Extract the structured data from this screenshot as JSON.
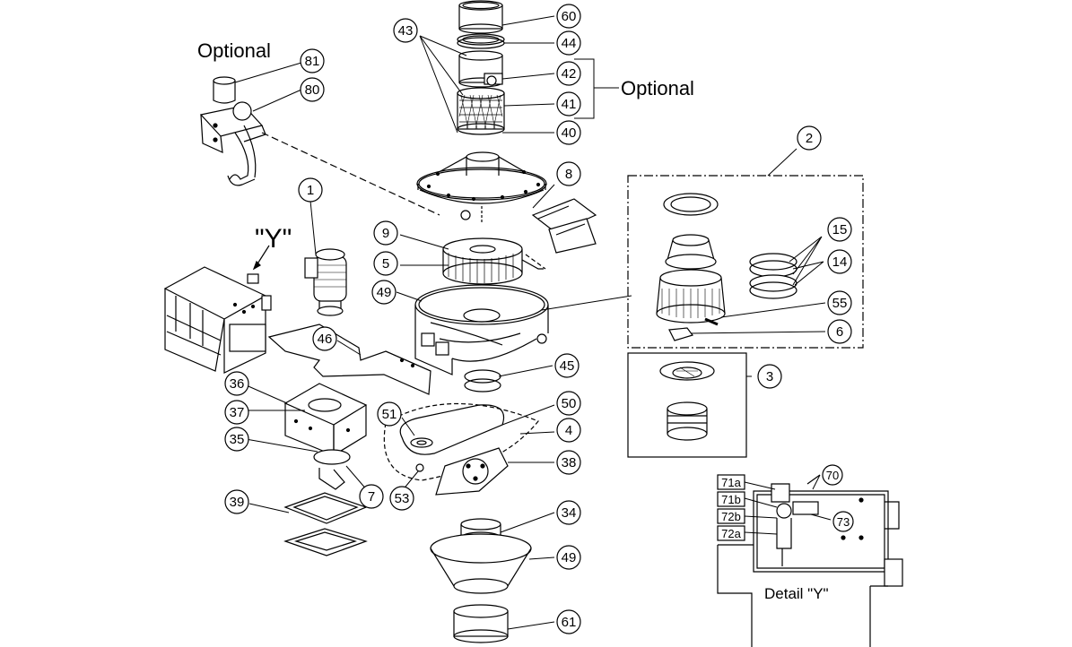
{
  "labels": {
    "optional_left": "Optional",
    "optional_right": "Optional",
    "y_marker": "\"Y\"",
    "detail": "Detail \"Y\""
  },
  "callouts": {
    "c60": "60",
    "c44": "44",
    "c43": "43",
    "c42": "42",
    "c41": "41",
    "c40": "40",
    "c81": "81",
    "c80": "80",
    "c1": "1",
    "c8": "8",
    "c9": "9",
    "c5": "5",
    "c49a": "49",
    "c2": "2",
    "c15": "15",
    "c14": "14",
    "c55": "55",
    "c6": "6",
    "c46": "46",
    "c45": "45",
    "c3": "3",
    "c36": "36",
    "c37": "37",
    "c51": "51",
    "c50": "50",
    "c4": "4",
    "c35": "35",
    "c38": "38",
    "c7": "7",
    "c53": "53",
    "c39": "39",
    "c34": "34",
    "c49b": "49",
    "c61": "61",
    "c70": "70",
    "c73": "73"
  },
  "detail_boxes": {
    "b71a": "71a",
    "b71b": "71b",
    "b72b": "72b",
    "b72a": "72a"
  }
}
